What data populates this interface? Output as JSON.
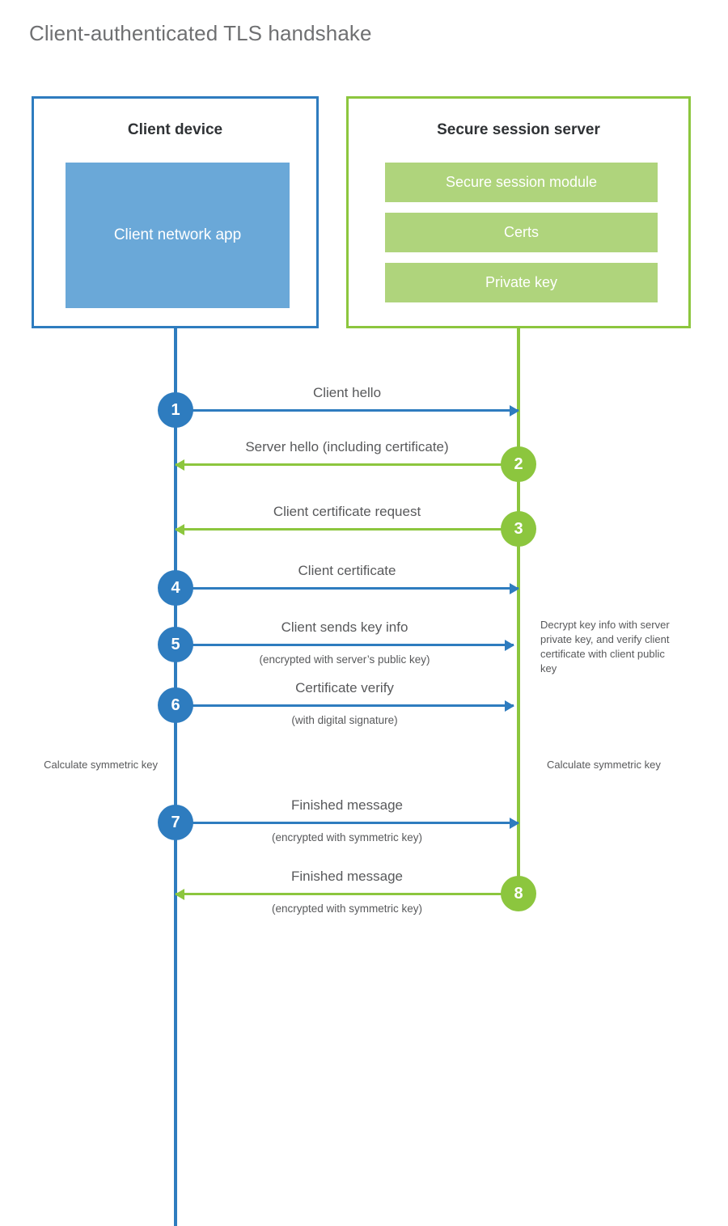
{
  "title": "Client-authenticated TLS handshake",
  "colors": {
    "client_blue": "#2E7CBF",
    "client_app_blue": "#6AA8D8",
    "server_green": "#8CC63E",
    "server_row_green": "#AFD47C",
    "text_gray": "#58595b",
    "title_gray": "#6f7072",
    "heading_dark": "#2f3235",
    "background": "#ffffff"
  },
  "client": {
    "title": "Client device",
    "app_label": "Client network app"
  },
  "server": {
    "title": "Secure session server",
    "rows": [
      {
        "label": "Secure session module"
      },
      {
        "label": "Certs"
      },
      {
        "label": "Private key"
      }
    ]
  },
  "messages": [
    {
      "number": "1",
      "label": "Client hello",
      "sub": "",
      "direction": "client-to-server",
      "color": "blue"
    },
    {
      "number": "2",
      "label": "Server hello (including certificate)",
      "sub": "",
      "direction": "server-to-client",
      "color": "green"
    },
    {
      "number": "3",
      "label": "Client certificate request",
      "sub": "",
      "direction": "server-to-client",
      "color": "green"
    },
    {
      "number": "4",
      "label": "Client certificate",
      "sub": "",
      "direction": "client-to-server",
      "color": "blue"
    },
    {
      "number": "5",
      "label": "Client sends key info",
      "sub": "(encrypted with server’s public key)",
      "direction": "client-to-server",
      "color": "blue"
    },
    {
      "number": "6",
      "label": "Certificate verify",
      "sub": "(with digital signature)",
      "direction": "client-to-server",
      "color": "blue"
    },
    {
      "number": "7",
      "label": "Finished message",
      "sub": "(encrypted with symmetric key)",
      "direction": "client-to-server",
      "color": "blue"
    },
    {
      "number": "8",
      "label": "Finished message",
      "sub": "(encrypted with symmetric key)",
      "direction": "server-to-client",
      "color": "green"
    }
  ],
  "notes": {
    "server_decrypt": "Decrypt key info with server private key, and verify client certificate with client public key",
    "client_calculate": "Calculate symmetric key",
    "server_calculate": "Calculate symmetric key"
  }
}
